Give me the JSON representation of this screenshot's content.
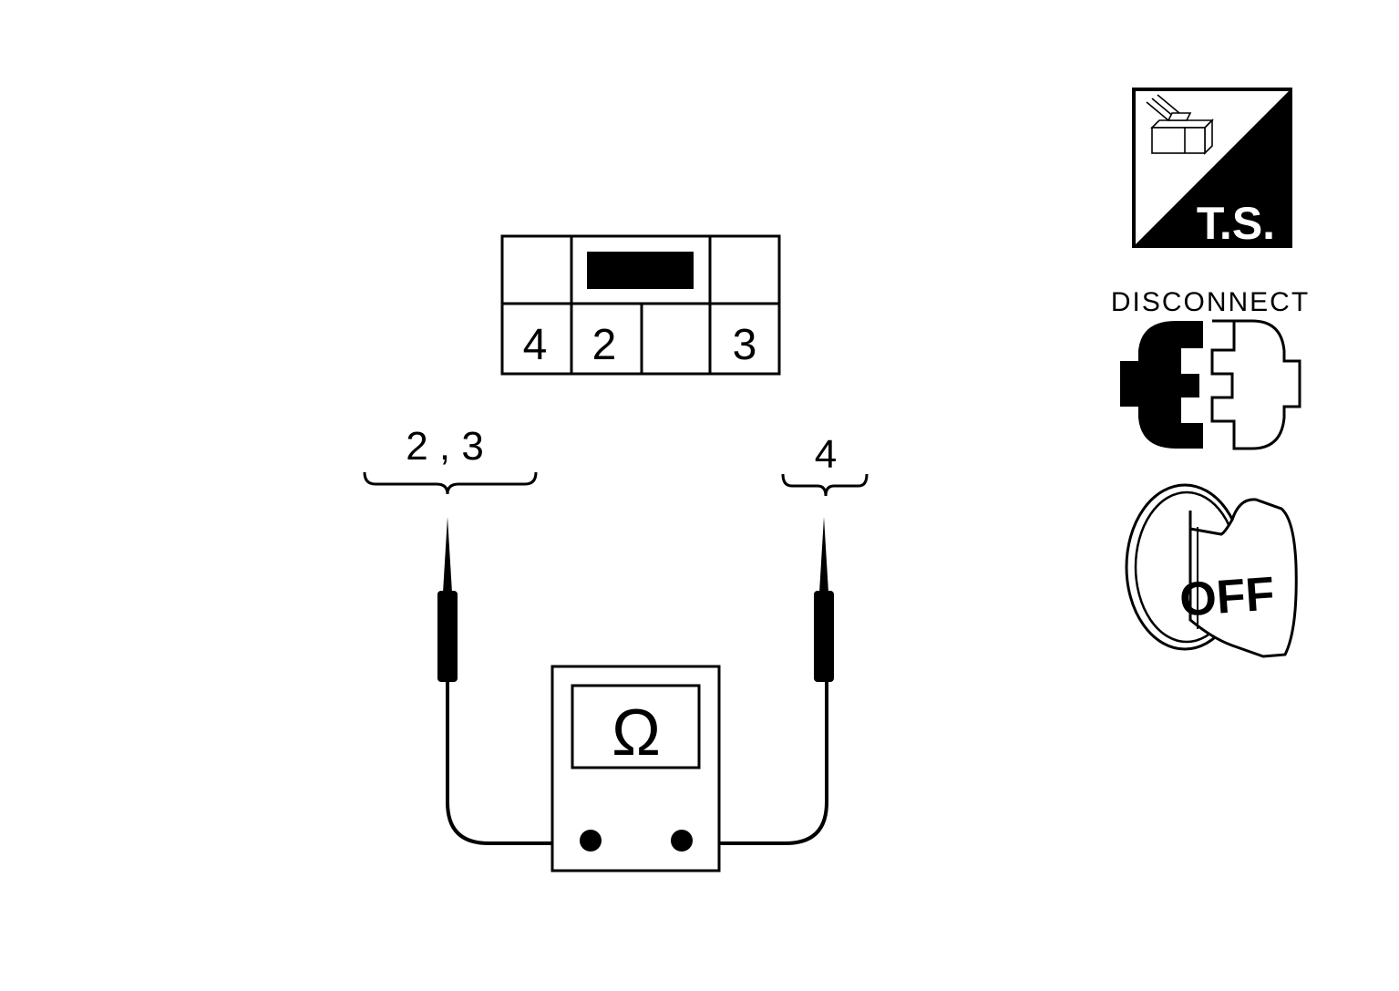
{
  "connector": {
    "pins": [
      "4",
      "2",
      "",
      "3"
    ]
  },
  "probes": {
    "left_label": "2 , 3",
    "right_label": "4"
  },
  "meter": {
    "symbol": "Ω"
  },
  "icons": {
    "ts_label": "T.S.",
    "disconnect_label": "DISCONNECT",
    "off_label": "OFF",
    "names": [
      "ts-connector-icon",
      "disconnect-connector-icon",
      "ignition-off-key-icon"
    ]
  },
  "colors": {
    "ink": "#000000",
    "paper": "#ffffff"
  }
}
